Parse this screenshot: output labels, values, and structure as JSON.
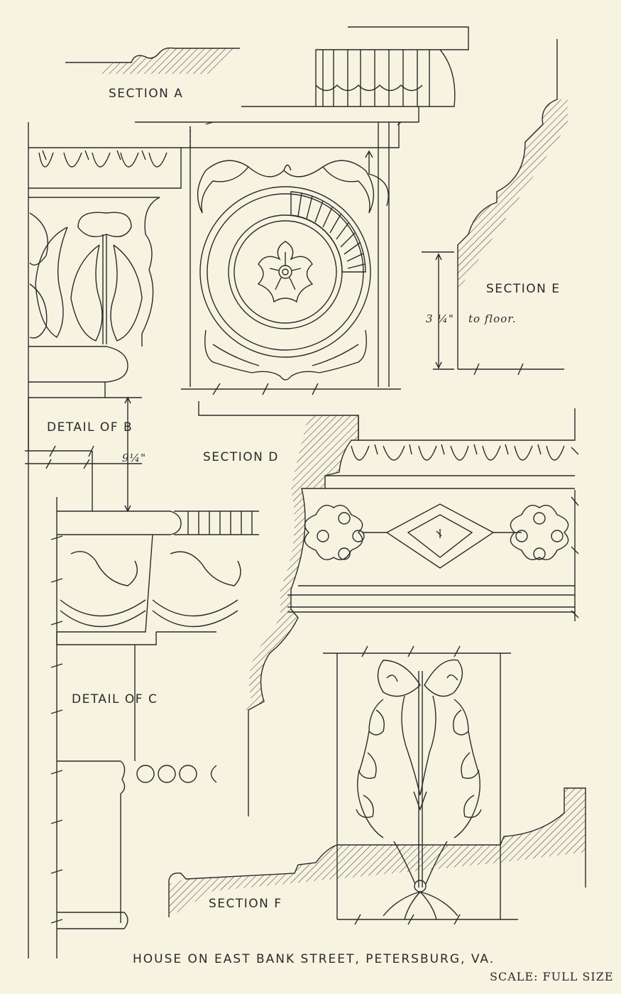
{
  "labels": {
    "section_a": "SECTION A",
    "section_e": "SECTION E",
    "dimension_e": "3 ¼\"",
    "to_floor": "to floor.",
    "detail_b": "DETAIL OF B",
    "dimension_b": "9¼\"",
    "section_d": "SECTION D",
    "detail_c": "DETAIL OF C",
    "section_f": "SECTION F"
  },
  "title": "HOUSE ON EAST BANK STREET, PETERSBURG, VA.",
  "scale": "SCALE: FULL SIZE",
  "colors": {
    "paper": "#f6f3e1",
    "ink": "#2a2a2a"
  }
}
